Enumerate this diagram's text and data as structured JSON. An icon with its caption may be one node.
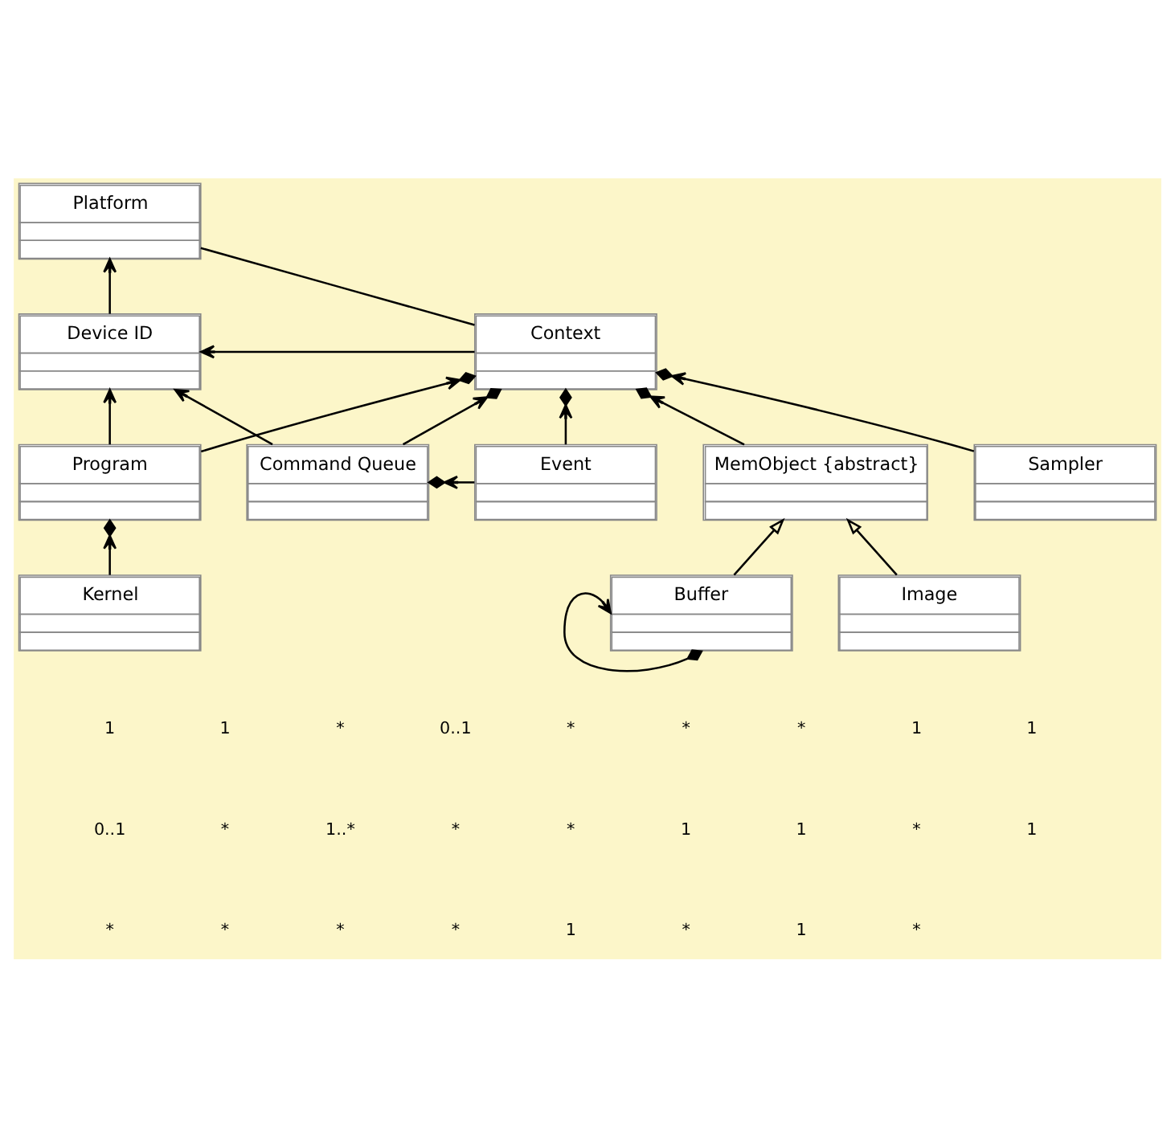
{
  "diagram": {
    "nodes": [
      {
        "text": [
          "Platform"
        ]
      },
      {
        "text": [
          "Command Queue"
        ]
      },
      {
        "text": [
          "Event"
        ]
      },
      {
        "text": [
          "Device ID"
        ]
      },
      {
        "text": [
          "Context"
        ]
      },
      {
        "text": [
          "Program"
        ]
      },
      {
        "text": [
          "MemObject {abstract}"
        ]
      },
      {
        "text": [
          "Sampler"
        ]
      },
      {
        "text": [
          "Kernel"
        ]
      },
      {
        "text": [
          "Buffer"
        ]
      },
      {
        "text": [
          "Image"
        ]
      }
    ],
    "edges": [
      {
        "from": 0,
        "to": 4,
        "arrow": "none"
      },
      {
        "from": 3,
        "to": 0,
        "arrow": "to"
      },
      {
        "from": 1,
        "to": 3,
        "arrow": "to"
      },
      {
        "from": 2,
        "to": 1,
        "arrow": "to"
      },
      {
        "from": 1,
        "to": 4,
        "arrow": "to"
      },
      {
        "from": 2,
        "to": 4,
        "arrow": "to"
      },
      {
        "from": 4,
        "to": 3,
        "arrow": "to"
      },
      {
        "from": 5,
        "to": 4,
        "arrow": "to"
      },
      {
        "from": 7,
        "to": 4,
        "arrow": "to"
      },
      {
        "from": 6,
        "to": 4,
        "arrow": "to"
      },
      {
        "from": 5,
        "to": 3,
        "arrow": "to"
      },
      {
        "from": 8,
        "to": 5,
        "arrow": "to"
      },
      {
        "from": 9,
        "to": 6,
        "arrow": "to"
      },
      {
        "from": 10,
        "to": 6,
        "arrow": "to"
      },
      {
        "from": 9,
        "to": 9,
        "arrow": "to"
      }
    ],
    "labels": [
      "1",
      "1",
      "*",
      "0..1",
      "*",
      "*",
      "*",
      "1",
      "1",
      "0..1",
      "*",
      "1..*",
      "*",
      "*",
      "1",
      "1",
      "*",
      "1",
      "*",
      "*",
      "*",
      "*",
      "1",
      "*",
      "1",
      "*"
    ]
  }
}
